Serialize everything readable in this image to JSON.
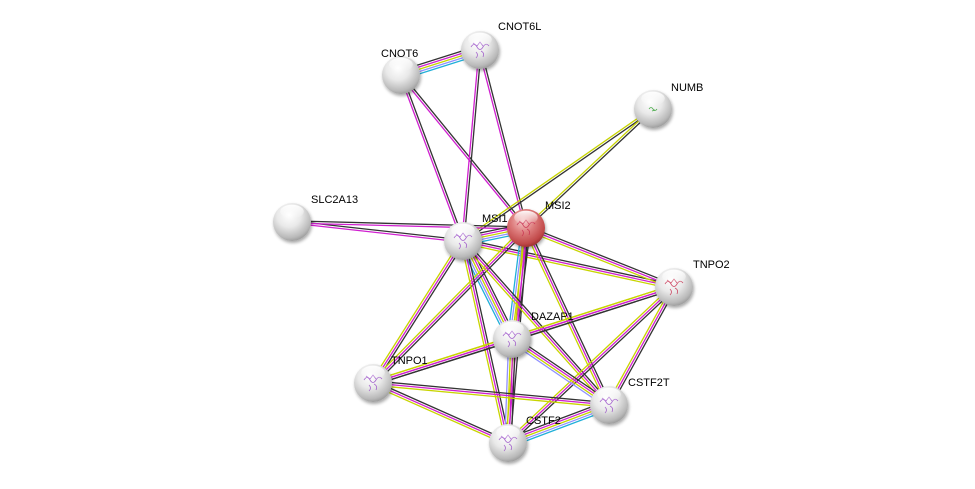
{
  "title": "Protein interaction network",
  "edge_colors": {
    "coexpression": "#333333",
    "textmining": "#d020d0",
    "experiments": "#c8d400",
    "databases": "#20b0d8",
    "homology": "#9090ff"
  },
  "nodes": [
    {
      "id": "CNOT6",
      "label": "CNOT6",
      "query": false,
      "structure": "none"
    },
    {
      "id": "CNOT6L",
      "label": "CNOT6L",
      "query": false,
      "structure": "purple"
    },
    {
      "id": "NUMB",
      "label": "NUMB",
      "query": false,
      "structure": "green"
    },
    {
      "id": "SLC2A13",
      "label": "SLC2A13",
      "query": false,
      "structure": "none"
    },
    {
      "id": "MSI1",
      "label": "MSI1",
      "query": false,
      "structure": "purple"
    },
    {
      "id": "MSI2",
      "label": "MSI2",
      "query": true,
      "structure": "red"
    },
    {
      "id": "TNPO2",
      "label": "TNPO2",
      "query": false,
      "structure": "red"
    },
    {
      "id": "DAZAP1",
      "label": "DAZAP1",
      "query": false,
      "structure": "purple"
    },
    {
      "id": "TNPO1",
      "label": "TNPO1",
      "query": false,
      "structure": "purple"
    },
    {
      "id": "CSTF2T",
      "label": "CSTF2T",
      "query": false,
      "structure": "purple"
    },
    {
      "id": "CSTF2",
      "label": "CSTF2",
      "query": false,
      "structure": "purple"
    }
  ],
  "edges": [
    {
      "source": "CNOT6",
      "target": "CNOT6L",
      "types": [
        "coexpression",
        "textmining",
        "experiments",
        "homology",
        "databases"
      ]
    },
    {
      "source": "CNOT6",
      "target": "MSI1",
      "types": [
        "coexpression",
        "textmining"
      ]
    },
    {
      "source": "CNOT6",
      "target": "MSI2",
      "types": [
        "coexpression",
        "textmining"
      ]
    },
    {
      "source": "CNOT6L",
      "target": "MSI1",
      "types": [
        "coexpression",
        "textmining"
      ]
    },
    {
      "source": "CNOT6L",
      "target": "MSI2",
      "types": [
        "coexpression",
        "textmining"
      ]
    },
    {
      "source": "NUMB",
      "target": "MSI1",
      "types": [
        "coexpression",
        "experiments"
      ]
    },
    {
      "source": "NUMB",
      "target": "MSI2",
      "types": [
        "coexpression",
        "experiments"
      ]
    },
    {
      "source": "SLC2A13",
      "target": "MSI1",
      "types": [
        "coexpression",
        "textmining"
      ]
    },
    {
      "source": "SLC2A13",
      "target": "MSI2",
      "types": [
        "coexpression",
        "textmining"
      ]
    },
    {
      "source": "MSI1",
      "target": "MSI2",
      "types": [
        "coexpression",
        "textmining",
        "experiments",
        "homology",
        "databases"
      ]
    },
    {
      "source": "MSI1",
      "target": "TNPO2",
      "types": [
        "coexpression",
        "textmining",
        "experiments"
      ]
    },
    {
      "source": "MSI2",
      "target": "TNPO2",
      "types": [
        "coexpression",
        "textmining",
        "experiments"
      ]
    },
    {
      "source": "MSI1",
      "target": "DAZAP1",
      "types": [
        "coexpression",
        "textmining",
        "experiments",
        "homology",
        "databases"
      ]
    },
    {
      "source": "MSI2",
      "target": "DAZAP1",
      "types": [
        "coexpression",
        "textmining",
        "experiments",
        "homology",
        "databases"
      ]
    },
    {
      "source": "MSI1",
      "target": "TNPO1",
      "types": [
        "coexpression",
        "textmining",
        "experiments"
      ]
    },
    {
      "source": "MSI2",
      "target": "TNPO1",
      "types": [
        "coexpression",
        "textmining",
        "experiments"
      ]
    },
    {
      "source": "MSI1",
      "target": "CSTF2",
      "types": [
        "coexpression",
        "textmining",
        "experiments"
      ]
    },
    {
      "source": "MSI2",
      "target": "CSTF2",
      "types": [
        "coexpression",
        "textmining",
        "experiments"
      ]
    },
    {
      "source": "MSI1",
      "target": "CSTF2T",
      "types": [
        "coexpression",
        "textmining",
        "experiments"
      ]
    },
    {
      "source": "MSI2",
      "target": "CSTF2T",
      "types": [
        "coexpression",
        "textmining",
        "experiments"
      ]
    },
    {
      "source": "TNPO2",
      "target": "DAZAP1",
      "types": [
        "coexpression",
        "textmining",
        "experiments"
      ]
    },
    {
      "source": "TNPO2",
      "target": "TNPO1",
      "types": [
        "coexpression",
        "textmining",
        "experiments"
      ]
    },
    {
      "source": "TNPO2",
      "target": "CSTF2",
      "types": [
        "coexpression",
        "textmining",
        "experiments"
      ]
    },
    {
      "source": "TNPO2",
      "target": "CSTF2T",
      "types": [
        "coexpression",
        "textmining",
        "experiments"
      ]
    },
    {
      "source": "DAZAP1",
      "target": "TNPO1",
      "types": [
        "coexpression",
        "textmining",
        "experiments"
      ]
    },
    {
      "source": "DAZAP1",
      "target": "CSTF2",
      "types": [
        "coexpression",
        "textmining",
        "experiments",
        "homology"
      ]
    },
    {
      "source": "DAZAP1",
      "target": "CSTF2T",
      "types": [
        "coexpression",
        "textmining",
        "experiments",
        "homology"
      ]
    },
    {
      "source": "TNPO1",
      "target": "CSTF2",
      "types": [
        "coexpression",
        "textmining",
        "experiments"
      ]
    },
    {
      "source": "TNPO1",
      "target": "CSTF2T",
      "types": [
        "coexpression",
        "textmining",
        "experiments"
      ]
    },
    {
      "source": "CSTF2",
      "target": "CSTF2T",
      "types": [
        "coexpression",
        "textmining",
        "experiments",
        "homology",
        "databases"
      ]
    }
  ]
}
